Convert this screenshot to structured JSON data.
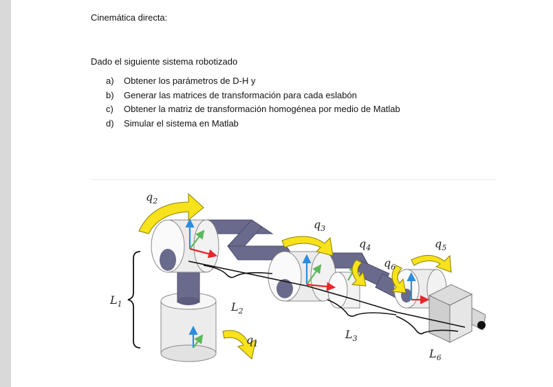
{
  "heading": "Cinemática directa:",
  "intro": "Dado el siguiente sistema robotizado",
  "tasks": [
    {
      "marker": "a)",
      "text": "Obtener los parámetros de D-H y"
    },
    {
      "marker": "b)",
      "text": "Generar las matrices de transformación para cada eslabón"
    },
    {
      "marker": "c)",
      "text": "Obtener la matriz de transformación homogénea por medio de Matlab"
    },
    {
      "marker": "d)",
      "text": "Simular el sistema en Matlab"
    }
  ],
  "figure": {
    "labels": {
      "q1": "q",
      "q1_sub": "1",
      "q2": "q",
      "q2_sub": "2",
      "q3": "q",
      "q3_sub": "3",
      "q4": "q",
      "q4_sub": "4",
      "q5": "q",
      "q5_sub": "5",
      "q6": "q",
      "q6_sub": "6",
      "L1": "L",
      "L1_sub": "1",
      "L2": "L",
      "L2_sub": "2",
      "L3": "L",
      "L3_sub": "3",
      "L6": "L",
      "L6_sub": "6"
    },
    "colors": {
      "rotation_arrow": "#f7e21b",
      "link": "#6a6a8c",
      "joint": "#f2f2f2",
      "axis_x": "#e8262a",
      "axis_y": "#5cb85c",
      "axis_z": "#2a8de0"
    }
  }
}
